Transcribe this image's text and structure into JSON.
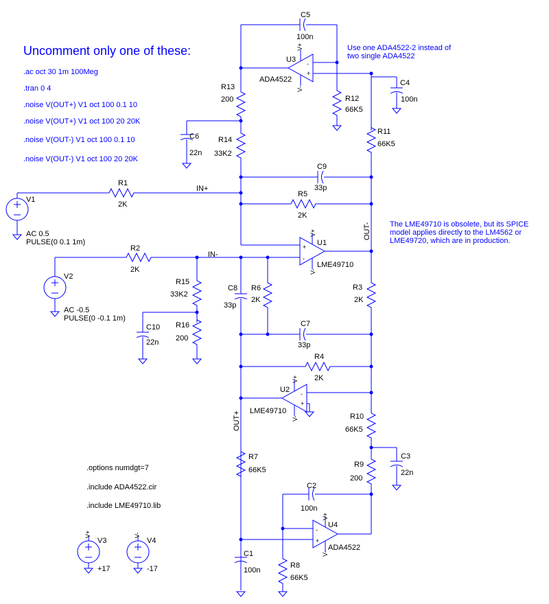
{
  "heading": "Uncomment only one of these:",
  "directives": {
    "ac": ".ac oct 30 1m 100Meg",
    "tran": ".tran 0 4",
    "noise1": ".noise V(OUT+) V1 oct 100 0.1 10",
    "noise2": ".noise V(OUT+) V1 oct 100 20 20K",
    "noise3": ".noise V(OUT-) V1 oct 100 0.1 10",
    "noise4": ".noise V(OUT-) V1 oct 100 20 20K",
    "options": ".options numdgt=7",
    "include1": ".include ADA4522.cir",
    "include2": ".include LME49710.lib"
  },
  "notes": {
    "ada_line1": "Use one ADA4522-2 instead of",
    "ada_line2": "two single ADA4522",
    "lme_line1": "The LME49710 is obsolete, but its SPICE",
    "lme_line2": "model applies directly to the LM4562 or",
    "lme_line3": "LME49720, which are in production."
  },
  "nets": {
    "in_plus": "IN+",
    "in_minus": "IN-",
    "out_plus": "OUT+",
    "out_minus": "OUT-"
  },
  "parts": {
    "C5": {
      "name": "C5",
      "value": "100n"
    },
    "U3": {
      "name": "U3",
      "model": "ADA4522"
    },
    "R13": {
      "name": "R13",
      "value": "200"
    },
    "R12": {
      "name": "R12",
      "value": "66K5"
    },
    "C4": {
      "name": "C4",
      "value": "100n"
    },
    "C6": {
      "name": "C6",
      "value": "22n"
    },
    "R14": {
      "name": "R14",
      "value": "33K2"
    },
    "R11": {
      "name": "R11",
      "value": "66K5"
    },
    "C9": {
      "name": "C9",
      "value": "33p"
    },
    "R1": {
      "name": "R1",
      "value": "2K"
    },
    "R5": {
      "name": "R5",
      "value": "2K"
    },
    "V1": {
      "name": "V1",
      "ac": "AC 0.5",
      "pulse": "PULSE(0 0.1 1m)"
    },
    "U1": {
      "name": "U1",
      "model": "LME49710"
    },
    "R2": {
      "name": "R2",
      "value": "2K"
    },
    "V2": {
      "name": "V2",
      "ac": "AC -0.5",
      "pulse": "PULSE(0 -0.1 1m)"
    },
    "R15": {
      "name": "R15",
      "value": "33K2"
    },
    "C8": {
      "name": "C8",
      "value": "33p"
    },
    "R6": {
      "name": "R6",
      "value": "2K"
    },
    "R3": {
      "name": "R3",
      "value": "2K"
    },
    "C10": {
      "name": "C10",
      "value": "22n"
    },
    "R16": {
      "name": "R16",
      "value": "200"
    },
    "C7": {
      "name": "C7",
      "value": "33p"
    },
    "R4": {
      "name": "R4",
      "value": "2K"
    },
    "U2": {
      "name": "U2",
      "model": "LME49710"
    },
    "R10": {
      "name": "R10",
      "value": "66K5"
    },
    "C3": {
      "name": "C3",
      "value": "22n"
    },
    "R7": {
      "name": "R7",
      "value": "66K5"
    },
    "R9": {
      "name": "R9",
      "value": "200"
    },
    "C2": {
      "name": "C2",
      "value": "100n"
    },
    "U4": {
      "name": "U4",
      "model": "ADA4522"
    },
    "C1": {
      "name": "C1",
      "value": "100n"
    },
    "R8": {
      "name": "R8",
      "value": "66K5"
    },
    "V3": {
      "name": "V3",
      "value": "+17"
    },
    "V4": {
      "name": "V4",
      "value": "-17"
    }
  },
  "pins": {
    "plus": "+",
    "minus": "-",
    "vplus": "V+",
    "vminus": "V-"
  }
}
